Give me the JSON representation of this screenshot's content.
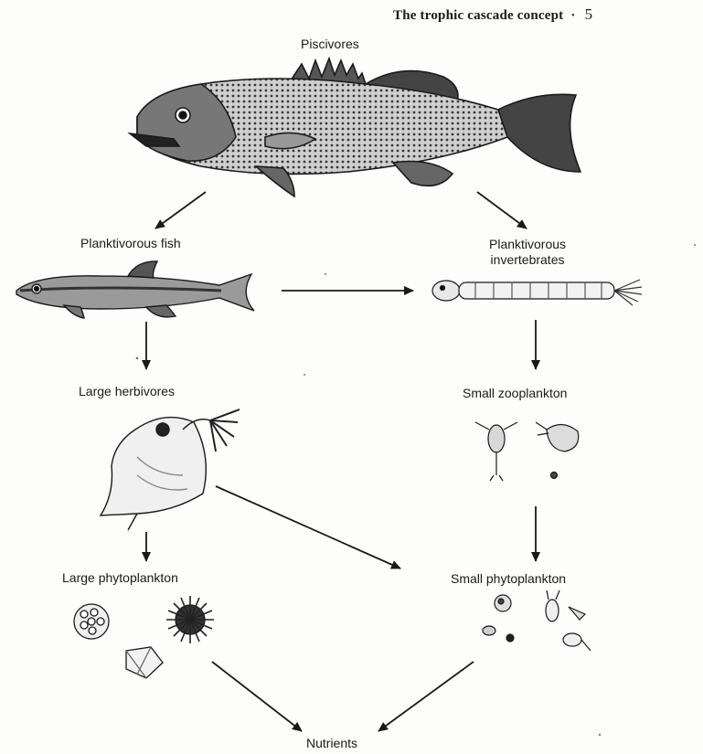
{
  "header": {
    "title": "The trophic cascade concept",
    "page_number": "5"
  },
  "nodes": {
    "piscivores": "Piscivores",
    "planktivorous_fish": "Planktivorous fish",
    "planktivorous_invertebrates_line1": "Planktivorous",
    "planktivorous_invertebrates_line2": "invertebrates",
    "large_herbivores": "Large herbivores",
    "small_zooplankton": "Small zooplankton",
    "large_phytoplankton": "Large phytoplankton",
    "small_phytoplankton": "Small phytoplankton",
    "nutrients": "Nutrients"
  },
  "colors": {
    "ink": "#1a1a1a",
    "paper": "#fdfdfb"
  }
}
